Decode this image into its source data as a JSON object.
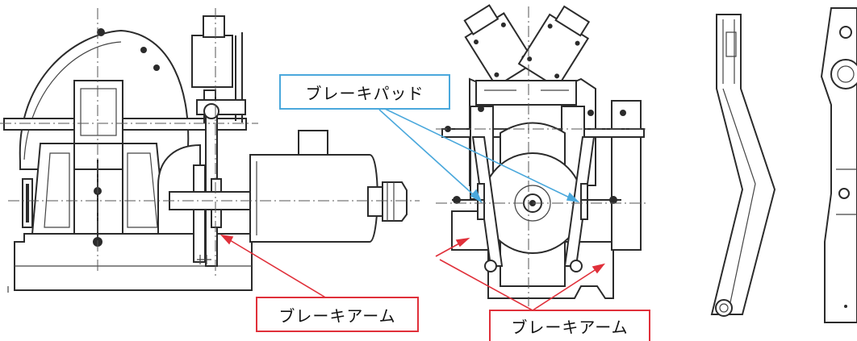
{
  "labels": {
    "pad": "ブレーキパッド",
    "arm_left": "ブレーキアーム",
    "arm_right": "ブレーキアーム"
  },
  "colors": {
    "pad_leader": "#4aa8dc",
    "arm_leader": "#e0303a",
    "line": "#2b2b2b"
  }
}
